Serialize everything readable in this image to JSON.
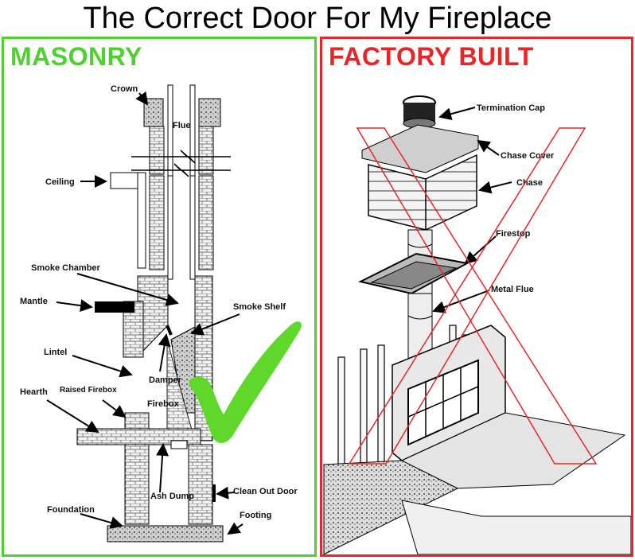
{
  "title": "The Correct Door For My Fireplace",
  "masonry": {
    "heading": "MASONRY",
    "labels": {
      "crown": "Crown",
      "flue": "Flue",
      "ceiling": "Ceiling",
      "smoke_chamber": "Smoke Chamber",
      "mantle": "Mantle",
      "smoke_shelf": "Smoke Shelf",
      "lintel": "Lintel",
      "damper": "Damper",
      "hearth": "Hearth",
      "raised_firebox": "Raised Firebox",
      "firebox": "Firebox",
      "ash_dump": "Ash Dump",
      "clean_out_door": "Clean Out Door",
      "foundation": "Foundation",
      "footing": "Footing"
    },
    "check_color": "#5fd82b"
  },
  "factory": {
    "heading": "FACTORY BUILT",
    "labels": {
      "termination_cap": "Termination Cap",
      "chase_cover": "Chase Cover",
      "chase": "Chase",
      "firestop": "Firestop",
      "metal_flue": "Metal Flue"
    },
    "x_color": "#e8262a"
  }
}
